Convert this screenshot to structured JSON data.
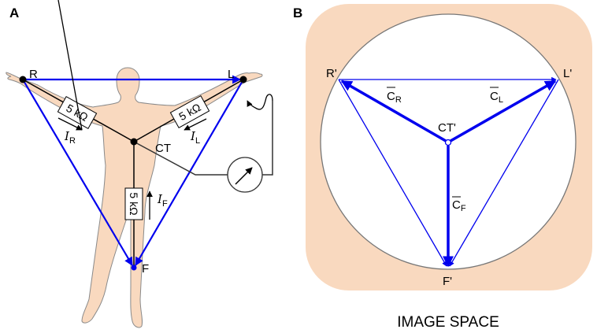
{
  "panels": {
    "a": {
      "label": "A",
      "nodes": {
        "right_arm": "R",
        "left_arm": "L",
        "central_terminal": "CT",
        "foot": "F"
      },
      "resistors": {
        "right": "5 kΩ",
        "left": "5 kΩ",
        "foot": "5 kΩ"
      },
      "currents": {
        "right": {
          "symbol": "I",
          "subscript": "R"
        },
        "left": {
          "symbol": "I",
          "subscript": "L"
        },
        "foot": {
          "symbol": "I",
          "subscript": "F"
        }
      },
      "instrument": "galvanometer"
    },
    "b": {
      "label": "B",
      "nodes": {
        "right_arm": "R'",
        "left_arm": "L'",
        "central_terminal": "CT'",
        "foot": "F'"
      },
      "vectors": {
        "right": {
          "symbol": "C",
          "subscript": "R"
        },
        "left": {
          "symbol": "C",
          "subscript": "L"
        },
        "foot": {
          "symbol": "C",
          "subscript": "F"
        }
      },
      "caption": "IMAGE SPACE"
    }
  },
  "colors": {
    "skin": "#f9d9bf",
    "skin_outline": "#8a8a8a",
    "lead_blue": "#0000ee",
    "wire": "#000000",
    "circle_outline": "#777777"
  }
}
